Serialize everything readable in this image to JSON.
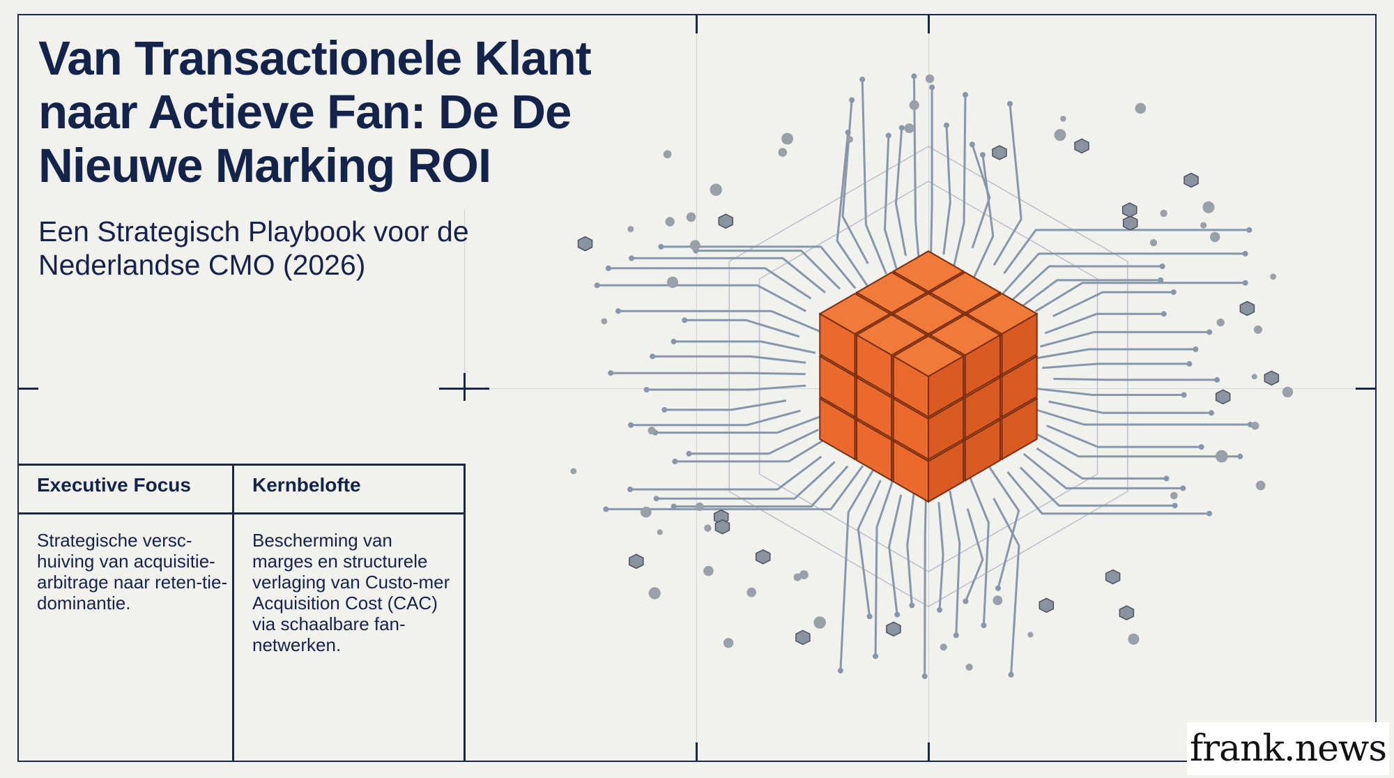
{
  "header": {
    "title": "Van Transactionele Klant naar Actieve Fan: De De Nieuwe Marking ROI",
    "subtitle": "Een Strategisch Playbook voor de Nederlandse CMO (2026)"
  },
  "columns": [
    {
      "heading": "Executive Focus",
      "body": "Strategische versc-huiving van acquisitie-arbitrage naar reten-tie-dominantie."
    },
    {
      "heading": "Kernbelofte",
      "body": "Bescherming van marges en structurele verlaging van Custo-mer Acquisition Cost (CAC) via schaalbare fan-netwerken."
    }
  ],
  "illustration": {
    "icon": "orange-isometric-cube-cluster-network",
    "accent_color": "#ea6a2e",
    "line_color": "#8796a8",
    "frame_color": "#1b2748"
  },
  "brand": {
    "logo_text": "frank.news"
  }
}
